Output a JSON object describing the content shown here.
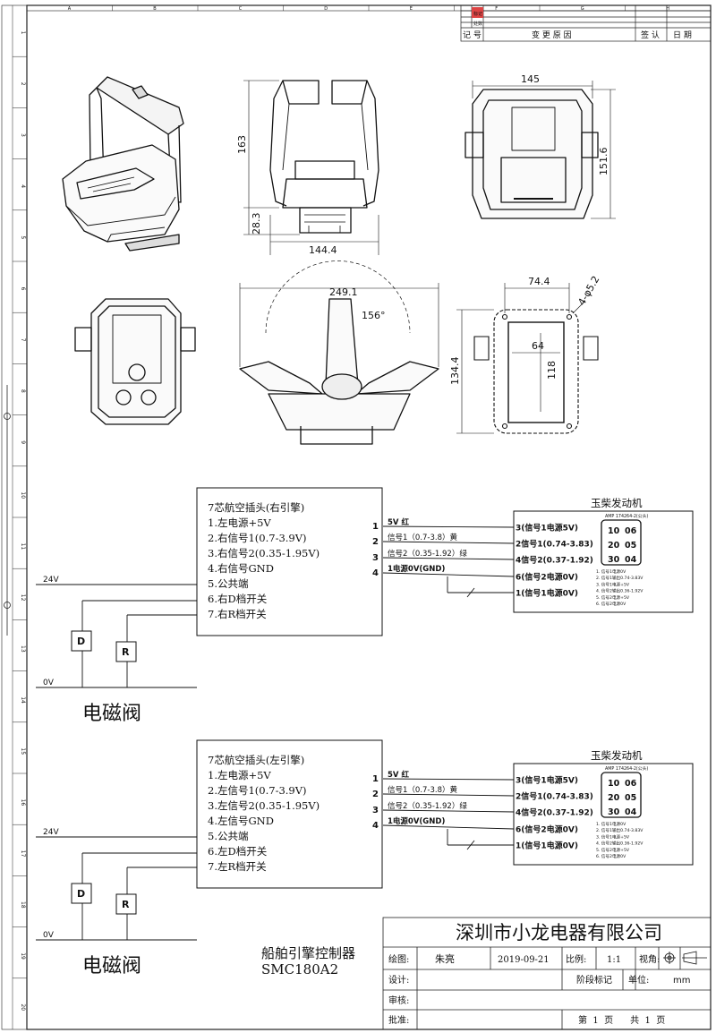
{
  "revision_block": {
    "mark_header": "标记",
    "count_header": "处数",
    "record_label": "记 号",
    "reason_label": "变 更 原 因",
    "sign_label": "签 认",
    "date_label": "日 期"
  },
  "dimensions": {
    "side_height": "163",
    "side_base_height": "28.3",
    "side_width": "144.4",
    "front_width": "145",
    "front_height": "151.6",
    "top_width": "249.1",
    "arc_angle": "156°",
    "cutout_width": "74.4",
    "cutout_inner_width": "64",
    "cutout_inner_height": "118",
    "cutout_height": "134.4",
    "holes": "4-φ5.2"
  },
  "wiring_right": {
    "connector_lines": [
      "7芯航空插头(右引擎)",
      "1.左电源+5V",
      "2.右信号1(0.7-3.9V)",
      "3.右信号2(0.35-1.95V)",
      "4.右信号GND",
      "5.公共端",
      "6.右D档开关",
      "7.右R档开关"
    ],
    "wire_numbers": [
      "1",
      "2",
      "3",
      "4"
    ],
    "wire_labels": [
      "5V 红",
      "信号1（0.7-3.8）黄",
      "信号2（0.35-1.92）绿",
      "1电源0V(GND)"
    ],
    "engine_title": "玉柴发动机",
    "amp_label": "AMP 174264-2(公头)",
    "pins": [
      "10",
      "06",
      "20",
      "05",
      "30",
      "04"
    ],
    "engine_pins": [
      "3(信号1电源5V)",
      "2信号1(0.74-3.83)",
      "4信号2(0.37-1.92)",
      "6(信号2电源0V)",
      "1(信号1电源0V)"
    ],
    "notes": [
      "1. 信号1电源0V",
      "2. 信号1输出0.74-3.83V",
      "3. 信号1电源+5V",
      "4. 信号2输出0.36-1.92V",
      "5. 信号2电源+5V",
      "6. 信号2电源0V"
    ],
    "v24": "24V",
    "v0": "0V",
    "switch_d": "D",
    "switch_r": "R",
    "valve_label": "电磁阀"
  },
  "wiring_left": {
    "connector_lines": [
      "7芯航空插头(左引擎)",
      "1.左电源+5V",
      "2.左信号1(0.7-3.9V)",
      "3.左信号2(0.35-1.95V)",
      "4.左信号GND",
      "5.公共端",
      "6.左D档开关",
      "7.左R档开关"
    ],
    "wire_numbers": [
      "1",
      "2",
      "3",
      "4"
    ],
    "wire_labels": [
      "5V 红",
      "信号1（0.7-3.8）黄",
      "信号2（0.35-1.92）绿",
      "1电源0V(GND)"
    ],
    "engine_title": "玉柴发动机",
    "amp_label": "AMP 174264-2(公头)",
    "pins": [
      "10",
      "06",
      "20",
      "05",
      "30",
      "04"
    ],
    "engine_pins": [
      "3(信号1电源5V)",
      "2信号1(0.74-3.83)",
      "4信号2(0.37-1.92)",
      "6(信号2电源0V)",
      "1(信号1电源0V)"
    ],
    "notes": [
      "1. 信号1电源0V",
      "2. 信号1输出0.74-3.83V",
      "3. 信号1电源+5V",
      "4. 信号2输出0.36-1.92V",
      "5. 信号2电源+5V",
      "6. 信号2电源0V"
    ],
    "v24": "24V",
    "v0": "0V",
    "switch_d": "D",
    "switch_r": "R",
    "valve_label": "电磁阀"
  },
  "product": {
    "name": "船舶引擎控制器",
    "model": "SMC180A2"
  },
  "title_block": {
    "company": "深圳市小龙电器有限公司",
    "drawn_label": "绘图:",
    "drawn_value": "朱亮",
    "date_value": "2019-09-21",
    "scale_label": "比例:",
    "scale_value": "1:1",
    "view_label": "视角:",
    "design_label": "设计:",
    "stage_label": "阶段标记",
    "unit_label": "单位:",
    "unit_value": "mm",
    "review_label": "审核:",
    "approve_label": "批准:",
    "page_label": "第  1  页      共  1  页"
  },
  "border": {
    "top_letters": [
      "A",
      "B",
      "C",
      "D",
      "E",
      "F",
      "G",
      "H"
    ],
    "left_numbers": [
      "1",
      "2",
      "3",
      "4",
      "5",
      "6",
      "7",
      "8",
      "9",
      "10",
      "11",
      "12",
      "13",
      "14",
      "15",
      "16",
      "17",
      "18",
      "19",
      "20"
    ]
  }
}
